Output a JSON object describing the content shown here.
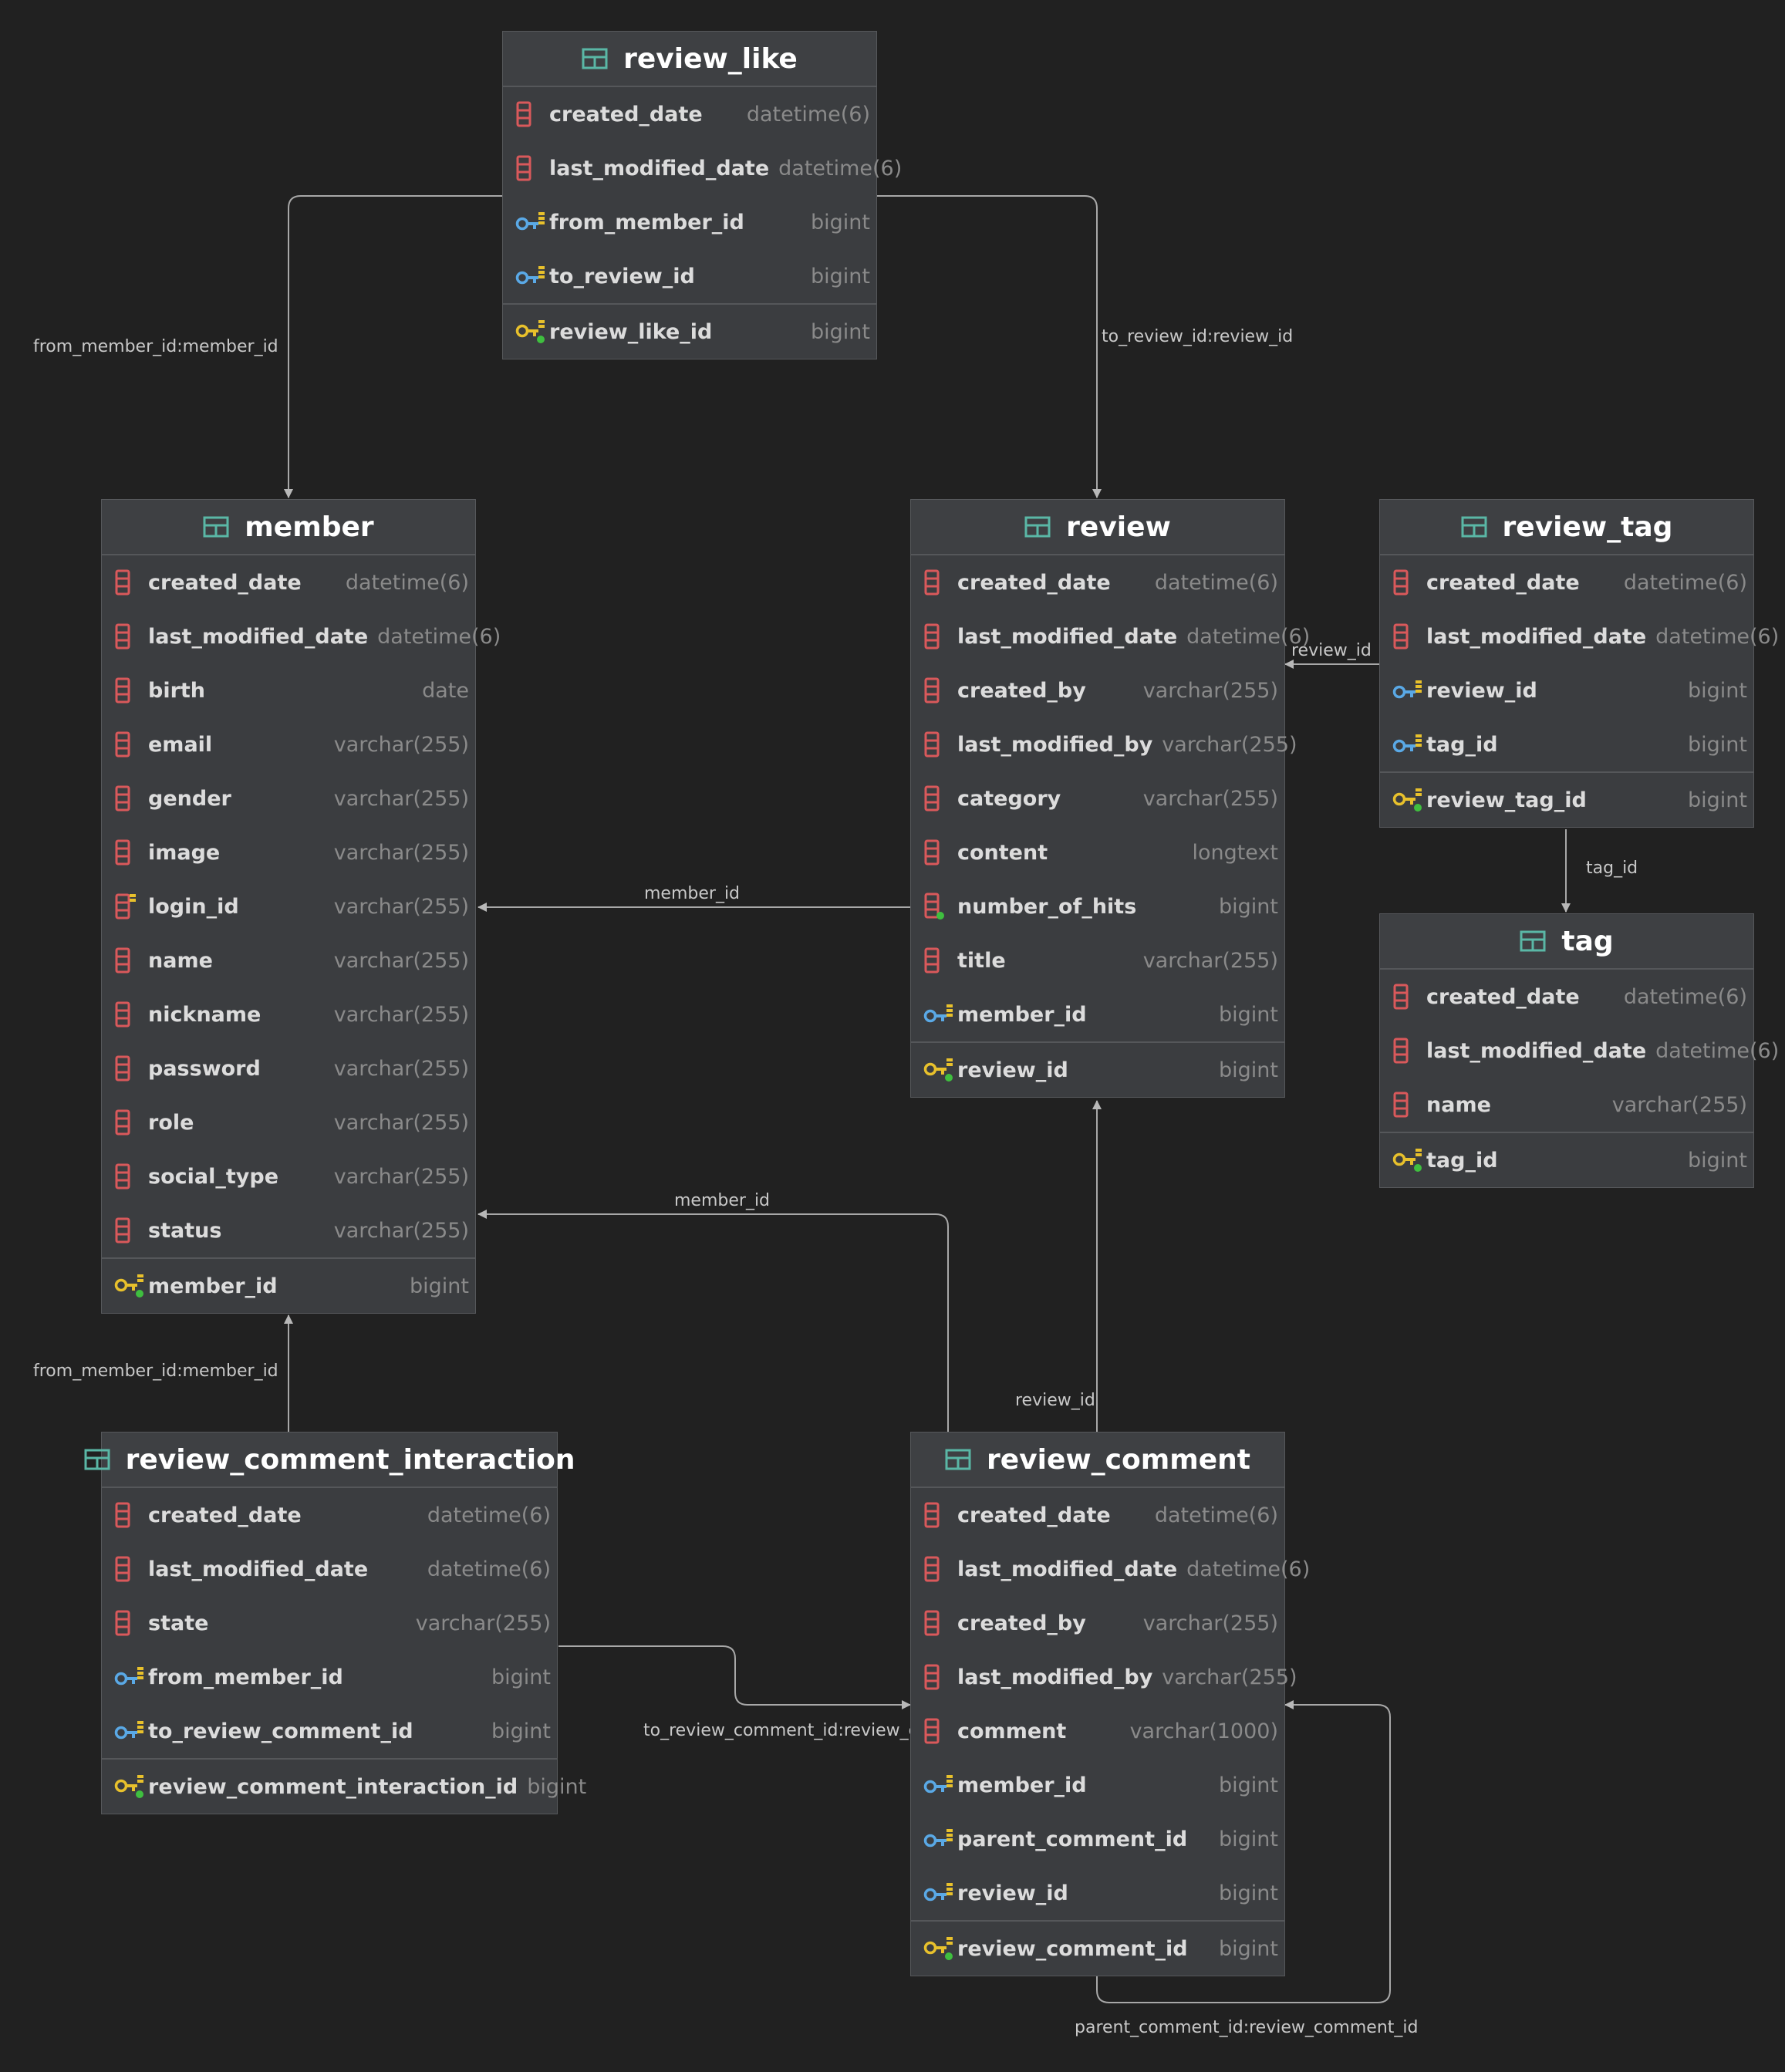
{
  "tables": [
    {
      "id": "review_like",
      "name": "review_like",
      "fields": [
        {
          "name": "created_date",
          "type": "datetime(6)",
          "kind": "col"
        },
        {
          "name": "last_modified_date",
          "type": "datetime(6)",
          "kind": "col"
        },
        {
          "name": "from_member_id",
          "type": "bigint",
          "kind": "fk"
        },
        {
          "name": "to_review_id",
          "type": "bigint",
          "kind": "fk"
        },
        {
          "name": "review_like_id",
          "type": "bigint",
          "kind": "pk"
        }
      ]
    },
    {
      "id": "member",
      "name": "member",
      "fields": [
        {
          "name": "created_date",
          "type": "datetime(6)",
          "kind": "col"
        },
        {
          "name": "last_modified_date",
          "type": "datetime(6)",
          "kind": "col"
        },
        {
          "name": "birth",
          "type": "date",
          "kind": "col"
        },
        {
          "name": "email",
          "type": "varchar(255)",
          "kind": "col"
        },
        {
          "name": "gender",
          "type": "varchar(255)",
          "kind": "col"
        },
        {
          "name": "image",
          "type": "varchar(255)",
          "kind": "col"
        },
        {
          "name": "login_id",
          "type": "varchar(255)",
          "kind": "unique"
        },
        {
          "name": "name",
          "type": "varchar(255)",
          "kind": "col"
        },
        {
          "name": "nickname",
          "type": "varchar(255)",
          "kind": "col"
        },
        {
          "name": "password",
          "type": "varchar(255)",
          "kind": "col"
        },
        {
          "name": "role",
          "type": "varchar(255)",
          "kind": "col"
        },
        {
          "name": "social_type",
          "type": "varchar(255)",
          "kind": "col"
        },
        {
          "name": "status",
          "type": "varchar(255)",
          "kind": "col"
        },
        {
          "name": "member_id",
          "type": "bigint",
          "kind": "pk"
        }
      ]
    },
    {
      "id": "review",
      "name": "review",
      "fields": [
        {
          "name": "created_date",
          "type": "datetime(6)",
          "kind": "col"
        },
        {
          "name": "last_modified_date",
          "type": "datetime(6)",
          "kind": "col"
        },
        {
          "name": "created_by",
          "type": "varchar(255)",
          "kind": "col"
        },
        {
          "name": "last_modified_by",
          "type": "varchar(255)",
          "kind": "col"
        },
        {
          "name": "category",
          "type": "varchar(255)",
          "kind": "col"
        },
        {
          "name": "content",
          "type": "longtext",
          "kind": "col"
        },
        {
          "name": "number_of_hits",
          "type": "bigint",
          "kind": "notnull"
        },
        {
          "name": "title",
          "type": "varchar(255)",
          "kind": "col"
        },
        {
          "name": "member_id",
          "type": "bigint",
          "kind": "fk"
        },
        {
          "name": "review_id",
          "type": "bigint",
          "kind": "pk"
        }
      ]
    },
    {
      "id": "review_tag",
      "name": "review_tag",
      "fields": [
        {
          "name": "created_date",
          "type": "datetime(6)",
          "kind": "col"
        },
        {
          "name": "last_modified_date",
          "type": "datetime(6)",
          "kind": "col"
        },
        {
          "name": "review_id",
          "type": "bigint",
          "kind": "fk"
        },
        {
          "name": "tag_id",
          "type": "bigint",
          "kind": "fk"
        },
        {
          "name": "review_tag_id",
          "type": "bigint",
          "kind": "pk"
        }
      ]
    },
    {
      "id": "tag",
      "name": "tag",
      "fields": [
        {
          "name": "created_date",
          "type": "datetime(6)",
          "kind": "col"
        },
        {
          "name": "last_modified_date",
          "type": "datetime(6)",
          "kind": "col"
        },
        {
          "name": "name",
          "type": "varchar(255)",
          "kind": "col"
        },
        {
          "name": "tag_id",
          "type": "bigint",
          "kind": "pk"
        }
      ]
    },
    {
      "id": "review_comment_interaction",
      "name": "review_comment_interaction",
      "fields": [
        {
          "name": "created_date",
          "type": "datetime(6)",
          "kind": "col"
        },
        {
          "name": "last_modified_date",
          "type": "datetime(6)",
          "kind": "col"
        },
        {
          "name": "state",
          "type": "varchar(255)",
          "kind": "col"
        },
        {
          "name": "from_member_id",
          "type": "bigint",
          "kind": "fk"
        },
        {
          "name": "to_review_comment_id",
          "type": "bigint",
          "kind": "fk"
        },
        {
          "name": "review_comment_interaction_id",
          "type": "bigint",
          "kind": "pk"
        }
      ]
    },
    {
      "id": "review_comment",
      "name": "review_comment",
      "fields": [
        {
          "name": "created_date",
          "type": "datetime(6)",
          "kind": "col"
        },
        {
          "name": "last_modified_date",
          "type": "datetime(6)",
          "kind": "col"
        },
        {
          "name": "created_by",
          "type": "varchar(255)",
          "kind": "col"
        },
        {
          "name": "last_modified_by",
          "type": "varchar(255)",
          "kind": "col"
        },
        {
          "name": "comment",
          "type": "varchar(1000)",
          "kind": "col"
        },
        {
          "name": "member_id",
          "type": "bigint",
          "kind": "fk"
        },
        {
          "name": "parent_comment_id",
          "type": "bigint",
          "kind": "fk"
        },
        {
          "name": "review_id",
          "type": "bigint",
          "kind": "fk"
        },
        {
          "name": "review_comment_id",
          "type": "bigint",
          "kind": "pk"
        }
      ]
    }
  ],
  "relations": [
    {
      "id": "rl-member",
      "label": "from_member_id:member_id"
    },
    {
      "id": "rl-review",
      "label": "to_review_id:review_id"
    },
    {
      "id": "review-member",
      "label": "member_id"
    },
    {
      "id": "rt-review",
      "label": "review_id"
    },
    {
      "id": "rt-tag",
      "label": "tag_id"
    },
    {
      "id": "rc-member",
      "label": "member_id"
    },
    {
      "id": "rci-member",
      "label": "from_member_id:member_id"
    },
    {
      "id": "rc-review",
      "label": "review_id"
    },
    {
      "id": "rci-rc",
      "label": "to_review_comment_id:review_comment_id"
    },
    {
      "id": "rc-self",
      "label": "parent_comment_id:review_comment_id"
    }
  ],
  "colors": {
    "background": "#212121",
    "table_body": "#3b3d40",
    "column_icon": "#d9595b",
    "fk_icon": "#5aa9e6",
    "pk_icon": "#e8c12c",
    "notnull_dot": "#3fbf3f",
    "table_icon": "#5ab7a6",
    "edge": "#b0b0b0"
  }
}
